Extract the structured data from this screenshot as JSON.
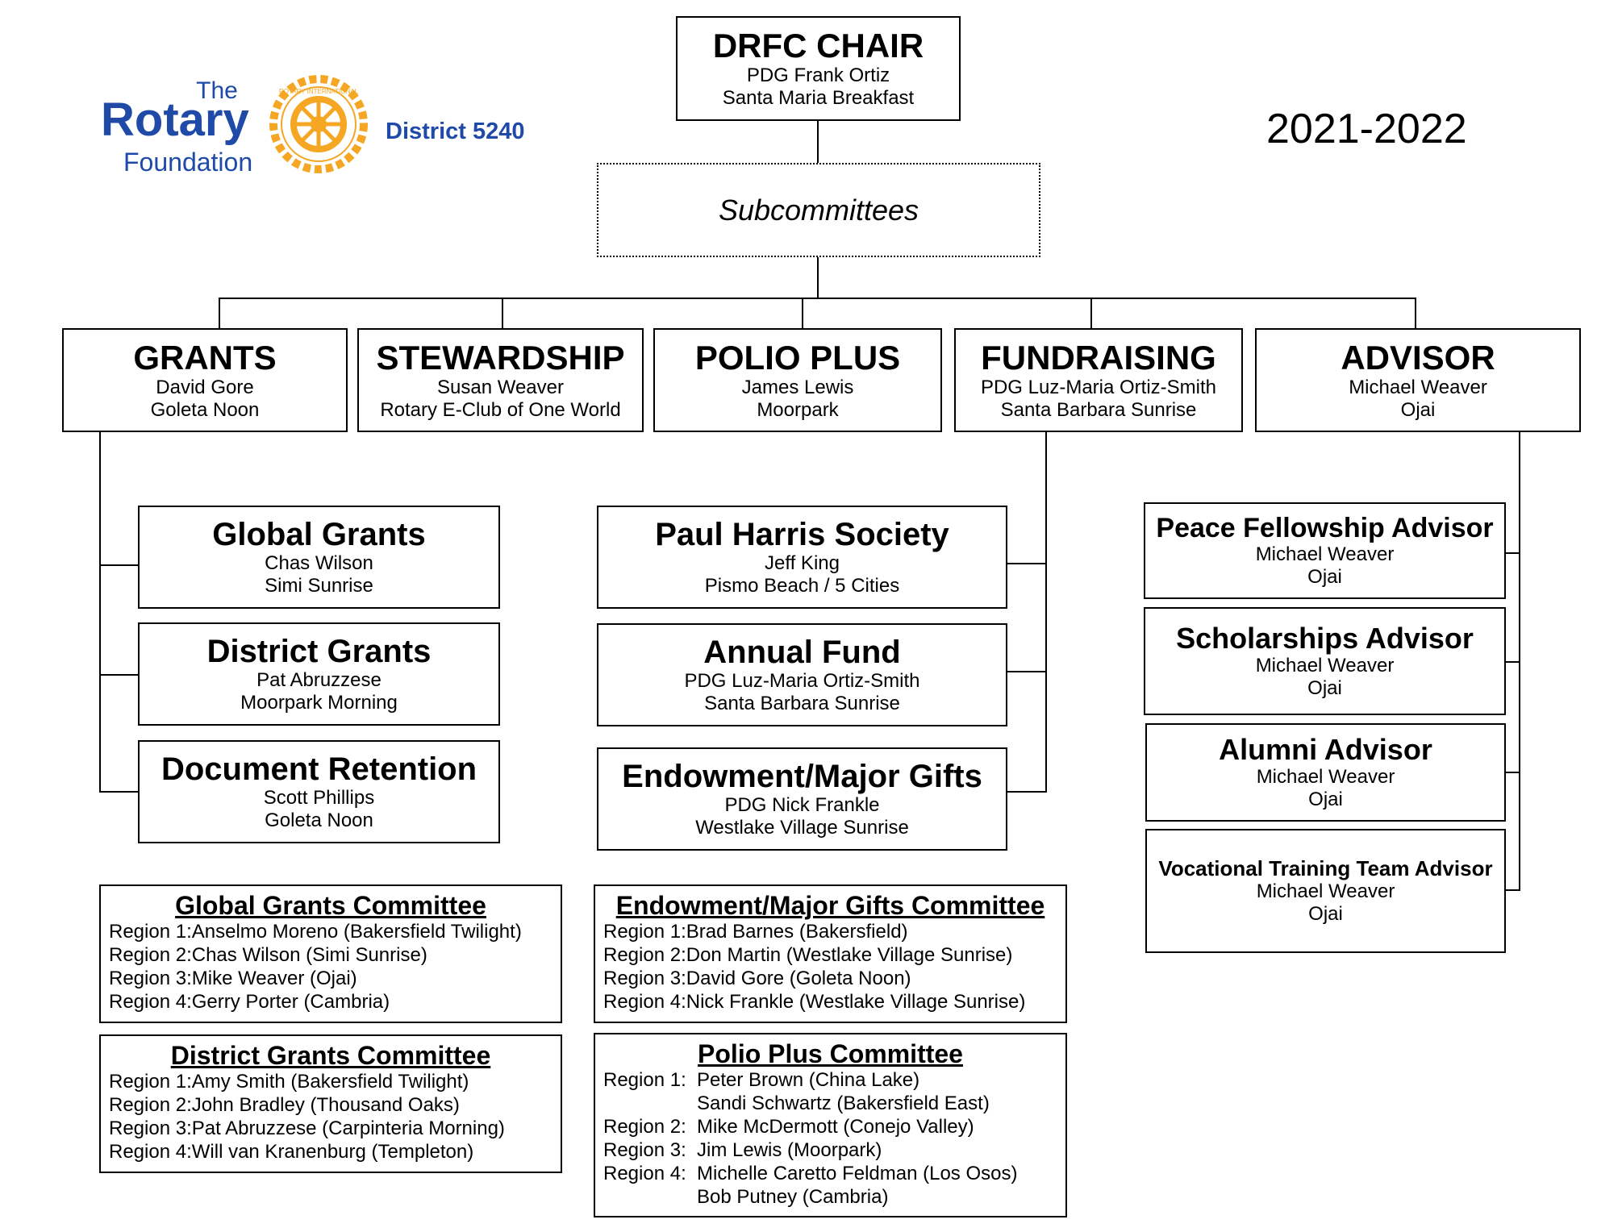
{
  "logo": {
    "the": "The",
    "rotary": "Rotary",
    "foundation": "Foundation",
    "district": "District 5240",
    "wheel_text": "ROTARY INTERNATIONAL",
    "brand_blue": "#1f4aa8",
    "brand_gold": "#f5a623"
  },
  "year": "2021-2022",
  "chair": {
    "title": "DRFC CHAIR",
    "name": "PDG Frank Ortiz",
    "club": "Santa Maria Breakfast"
  },
  "subcommittees": {
    "label": "Subcommittees"
  },
  "top": [
    {
      "title": "GRANTS",
      "name": "David Gore",
      "club": "Goleta Noon"
    },
    {
      "title": "STEWARDSHIP",
      "name": "Susan Weaver",
      "club": "Rotary E-Club of One World"
    },
    {
      "title": "POLIO PLUS",
      "name": "James Lewis",
      "club": "Moorpark"
    },
    {
      "title": "FUNDRAISING",
      "name": "PDG Luz-Maria Ortiz-Smith",
      "club": "Santa Barbara Sunrise"
    },
    {
      "title": "ADVISOR",
      "name": "Michael Weaver",
      "club": "Ojai"
    }
  ],
  "grants_subs": [
    {
      "title": "Global Grants",
      "name": "Chas Wilson",
      "club": "Simi Sunrise"
    },
    {
      "title": "District Grants",
      "name": "Pat Abruzzese",
      "club": "Moorpark Morning"
    },
    {
      "title": "Document Retention",
      "name": "Scott Phillips",
      "club": "Goleta Noon"
    }
  ],
  "fund_subs": [
    {
      "title": "Paul Harris Society",
      "name": "Jeff King",
      "club": "Pismo Beach / 5 Cities"
    },
    {
      "title": "Annual Fund",
      "name": "PDG Luz-Maria Ortiz-Smith",
      "club": "Santa Barbara Sunrise"
    },
    {
      "title": "Endowment/Major Gifts",
      "name": "PDG Nick Frankle",
      "club": "Westlake Village Sunrise"
    }
  ],
  "advisor_subs": [
    {
      "title": "Peace Fellowship Advisor",
      "name": "Michael Weaver",
      "club": "Ojai"
    },
    {
      "title": "Scholarships Advisor",
      "name": "Michael Weaver",
      "club": "Ojai"
    },
    {
      "title": "Alumni Advisor",
      "name": "Michael Weaver",
      "club": "Ojai"
    },
    {
      "title": "Vocational Training Team Advisor",
      "name": "Michael Weaver",
      "club": "Ojai"
    }
  ],
  "committees": {
    "global": {
      "title": "Global Grants Committee",
      "rows": [
        {
          "label": "Region 1: ",
          "names": "Anselmo Moreno (Bakersfield Twilight)"
        },
        {
          "label": "Region 2: ",
          "names": "Chas Wilson (Simi Sunrise)"
        },
        {
          "label": "Region 3: ",
          "names": "Mike Weaver (Ojai)"
        },
        {
          "label": "Region 4: ",
          "names": "Gerry Porter (Cambria)"
        }
      ]
    },
    "district": {
      "title": "District Grants Committee",
      "rows": [
        {
          "label": "Region 1: ",
          "names": "Amy Smith (Bakersfield Twilight)"
        },
        {
          "label": "Region 2: ",
          "names": "John Bradley (Thousand Oaks)"
        },
        {
          "label": "Region 3: ",
          "names": "Pat Abruzzese (Carpinteria Morning)"
        },
        {
          "label": "Region 4: ",
          "names": "Will van Kranenburg (Templeton)"
        }
      ]
    },
    "endowment": {
      "title": "Endowment/Major Gifts Committee",
      "rows": [
        {
          "label": "Region 1: ",
          "names": "Brad Barnes (Bakersfield)"
        },
        {
          "label": "Region 2: ",
          "names": "Don Martin (Westlake Village Sunrise)"
        },
        {
          "label": "Region 3: ",
          "names": "David Gore (Goleta Noon)"
        },
        {
          "label": "Region 4: ",
          "names": "Nick Frankle (Westlake Village Sunrise)"
        }
      ]
    },
    "polio": {
      "title": "Polio Plus Committee",
      "rows": [
        {
          "label": "Region 1:",
          "names": "Peter Brown (China Lake)"
        },
        {
          "label": "",
          "names": "Sandi Schwartz (Bakersfield East)"
        },
        {
          "label": "Region 2:",
          "names": "Mike McDermott (Conejo Valley)"
        },
        {
          "label": "Region 3:",
          "names": "Jim Lewis (Moorpark)"
        },
        {
          "label": "Region 4:",
          "names": "Michelle Caretto Feldman (Los Osos)"
        },
        {
          "label": "",
          "names": "Bob Putney (Cambria)"
        }
      ]
    }
  }
}
